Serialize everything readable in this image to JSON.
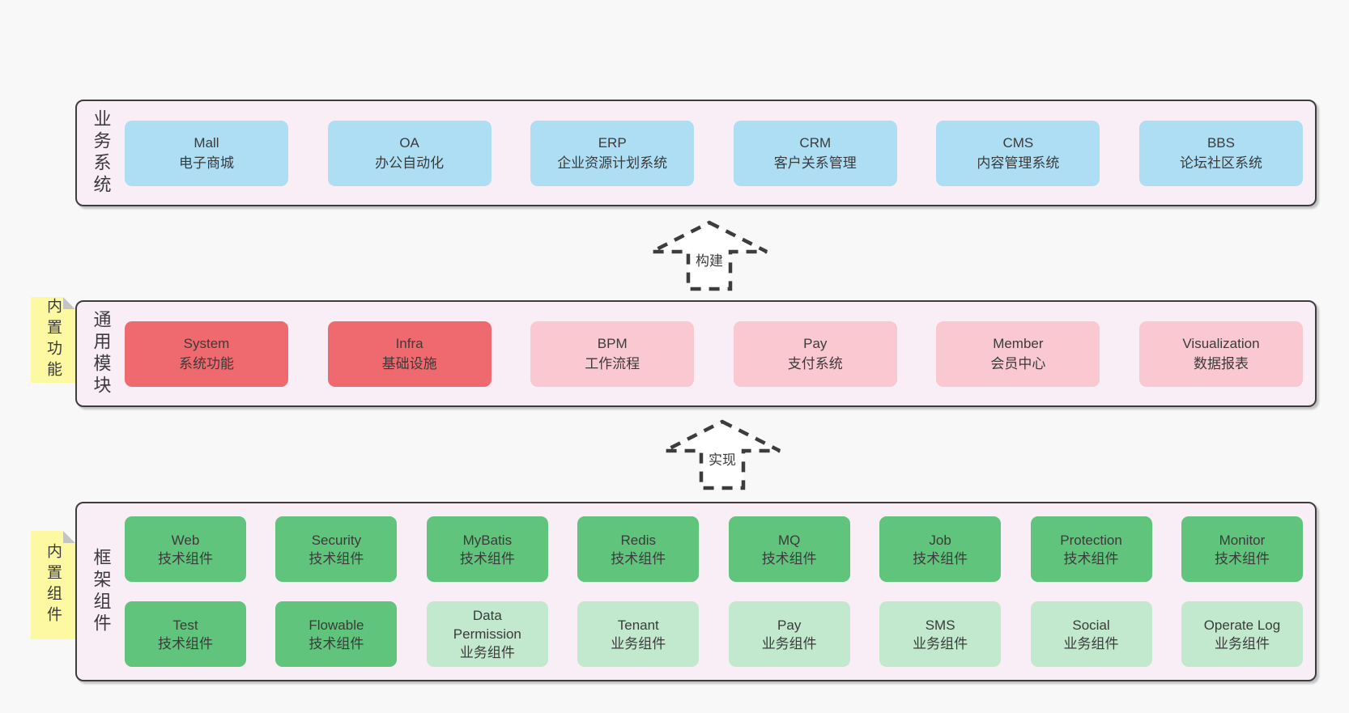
{
  "diagram": {
    "top_band": {
      "label": "业务系统",
      "boxes": [
        {
          "name": "Mall",
          "desc": "电子商城"
        },
        {
          "name": "OA",
          "desc": "办公自动化"
        },
        {
          "name": "ERP",
          "desc": "企业资源计划系统"
        },
        {
          "name": "CRM",
          "desc": "客户关系管理"
        },
        {
          "name": "CMS",
          "desc": "内容管理系统"
        },
        {
          "name": "BBS",
          "desc": "论坛社区系统"
        }
      ]
    },
    "arrow_build": {
      "label": "构建"
    },
    "middle_band": {
      "label": "通用模块",
      "sticky": "内置功能",
      "boxes": [
        {
          "name": "System",
          "desc": "系统功能",
          "variant": "red"
        },
        {
          "name": "Infra",
          "desc": "基础设施",
          "variant": "red"
        },
        {
          "name": "BPM",
          "desc": "工作流程",
          "variant": "pink"
        },
        {
          "name": "Pay",
          "desc": "支付系统",
          "variant": "pink"
        },
        {
          "name": "Member",
          "desc": "会员中心",
          "variant": "pink"
        },
        {
          "name": "Visualization",
          "desc": "数据报表",
          "variant": "pink"
        }
      ]
    },
    "arrow_implement": {
      "label": "实现"
    },
    "bottom_band": {
      "label": "框架组件",
      "sticky": "内置组件",
      "row1": [
        {
          "name": "Web",
          "desc": "技术组件",
          "variant": "green-dark"
        },
        {
          "name": "Security",
          "desc": "技术组件",
          "variant": "green-dark"
        },
        {
          "name": "MyBatis",
          "desc": "技术组件",
          "variant": "green-dark"
        },
        {
          "name": "Redis",
          "desc": "技术组件",
          "variant": "green-dark"
        },
        {
          "name": "MQ",
          "desc": "技术组件",
          "variant": "green-dark"
        },
        {
          "name": "Job",
          "desc": "技术组件",
          "variant": "green-dark"
        },
        {
          "name": "Protection",
          "desc": "技术组件",
          "variant": "green-dark"
        },
        {
          "name": "Monitor",
          "desc": "技术组件",
          "variant": "green-dark"
        }
      ],
      "row2": [
        {
          "name": "Test",
          "desc": "技术组件",
          "variant": "green-dark"
        },
        {
          "name": "Flowable",
          "desc": "技术组件",
          "variant": "green-dark"
        },
        {
          "name": "Data Permission",
          "desc": "业务组件",
          "variant": "green-light"
        },
        {
          "name": "Tenant",
          "desc": "业务组件",
          "variant": "green-light"
        },
        {
          "name": "Pay",
          "desc": "业务组件",
          "variant": "green-light"
        },
        {
          "name": "SMS",
          "desc": "业务组件",
          "variant": "green-light"
        },
        {
          "name": "Social",
          "desc": "业务组件",
          "variant": "green-light"
        },
        {
          "name": "Operate Log",
          "desc": "业务组件",
          "variant": "green-light"
        }
      ]
    },
    "colors": {
      "page_bg": "#f8f8f8",
      "band_bg": "#f9eef6",
      "border": "#3d3d3d",
      "blue": "#aedef4",
      "red": "#ee6a6f",
      "pink": "#f9c8d1",
      "green_dark": "#61c47c",
      "green_light": "#c2e9cd",
      "sticky_yellow": "#fcf9a2",
      "fold_gray": "#c4c4c4",
      "text": "#3b3b3b"
    }
  }
}
